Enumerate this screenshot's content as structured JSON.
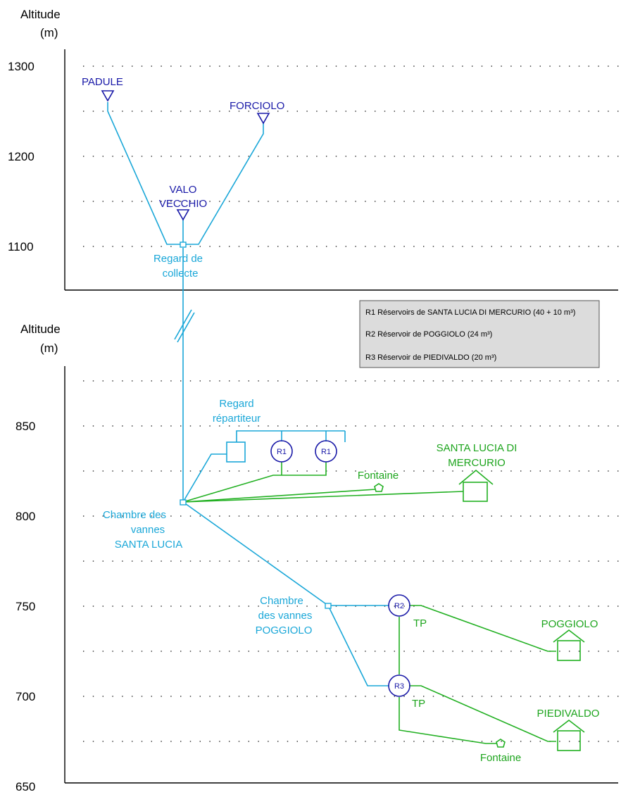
{
  "top_axis": {
    "label_line1": "Altitude",
    "label_line2": "(m)",
    "ticks": [
      "1300",
      "1200",
      "1100"
    ]
  },
  "bottom_axis": {
    "label_line1": "Altitude",
    "label_line2": "(m)",
    "ticks": [
      "850",
      "800",
      "750",
      "700",
      "650"
    ]
  },
  "sources": {
    "padule": "PADULE",
    "forciolo": "FORCIOLO",
    "valo_line1": "VALO",
    "valo_line2": "VECCHIO"
  },
  "nodes": {
    "regard_collecte_line1": "Regard de",
    "regard_collecte_line2": "collecte",
    "regard_repartiteur_line1": "Regard",
    "regard_repartiteur_line2": "répartiteur",
    "chambre_sl_line1": "Chambre des",
    "chambre_sl_line2": "vannes",
    "chambre_sl_line3": "SANTA LUCIA",
    "chambre_pg_line1": "Chambre",
    "chambre_pg_line2": "des vannes",
    "chambre_pg_line3": "POGGIOLO"
  },
  "reservoirs": {
    "r1": "R1",
    "r2": "R2",
    "r3": "R3"
  },
  "villages": {
    "santa_lucia_line1": "SANTA LUCIA DI",
    "santa_lucia_line2": "MERCURIO",
    "poggiolo": "POGGIOLO",
    "piedivaldo": "PIEDIVALDO"
  },
  "labels": {
    "fontaine_top": "Fontaine",
    "fontaine_bottom": "Fontaine",
    "tp_1": "TP",
    "tp_2": "TP"
  },
  "legend": {
    "items": [
      "R1 Réservoirs de SANTA LUCIA DI MERCURIO (40 + 10 m³)",
      "R2 Réservoir de POGGIOLO (24 m³)",
      "R3 Réservoir de PIEDIVALDO (20 m³)"
    ]
  },
  "colors": {
    "distribution_pipe": "#1aa7d8",
    "service_pipe": "#22b022",
    "source_reservoir": "#1a1aa8",
    "legend_background": "#dcdcdc"
  }
}
